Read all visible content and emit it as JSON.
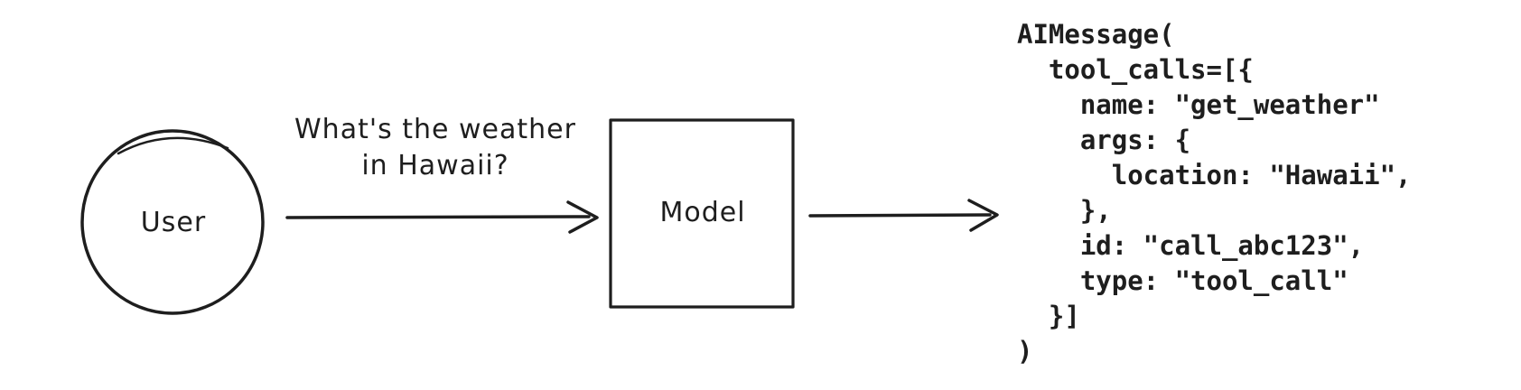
{
  "diagram": {
    "ink_color": "#1e1e1e",
    "background_color": "#ffffff",
    "user_node": {
      "label": "User",
      "shape": "circle"
    },
    "model_node": {
      "label": "Model",
      "shape": "rectangle"
    },
    "request_label_lines": [
      "What's the weather",
      "in Hawaii?"
    ],
    "arrows": [
      {
        "name": "user-to-model",
        "from": "User",
        "to": "Model"
      },
      {
        "name": "model-to-output",
        "from": "Model",
        "to": "AIMessage code block"
      }
    ],
    "code_block": {
      "lines": [
        "AIMessage(",
        "  tool_calls=[{",
        "    name: \"get_weather\"",
        "    args: {",
        "      location: \"Hawaii\",",
        "    },",
        "    id: \"call_abc123\",",
        "    type: \"tool_call\"",
        "  }]",
        ")"
      ]
    }
  }
}
